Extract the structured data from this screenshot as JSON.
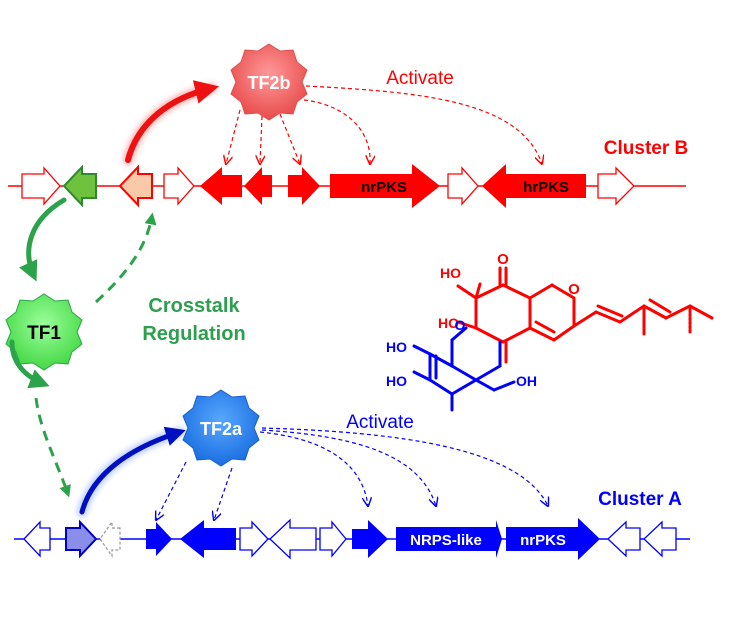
{
  "clusters": {
    "b": {
      "label": "Cluster B",
      "genes": {
        "nrpks": "nrPKS",
        "hrpks": "hrPKS"
      }
    },
    "a": {
      "label": "Cluster A",
      "genes": {
        "nrps_like": "NRPS-like",
        "nrpks": "nrPKS"
      }
    }
  },
  "factors": {
    "tf1": "TF1",
    "tf2a": "TF2a",
    "tf2b": "TF2b"
  },
  "annotations": {
    "activate_b": "Activate",
    "activate_a": "Activate",
    "crosstalk_line1": "Crosstalk",
    "crosstalk_line2": "Regulation"
  },
  "molecule": {
    "atoms": {
      "ho_1": "HO",
      "o_ketone": "O",
      "o_ring": "O",
      "ho_2": "HO",
      "o_pyran": "O",
      "ho_3": "HO",
      "ho_4": "HO",
      "oh_1": "OH"
    }
  },
  "colors": {
    "red": "#ff0000",
    "blue": "#0000ff",
    "green": "#2aa34a",
    "tf1_fill": "#66ee66",
    "tf2a_fill": "#2a86f2",
    "tf2b_fill": "#f46a6a",
    "text_green": "#2e9e4f"
  }
}
